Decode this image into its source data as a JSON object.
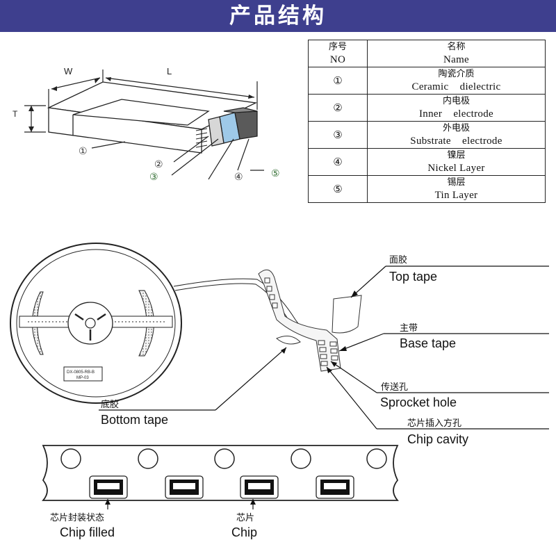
{
  "banner": {
    "title": "产品结构",
    "color": "#3e3f8e"
  },
  "chip": {
    "dim_w": "W",
    "dim_l": "L",
    "dim_t": "T",
    "callouts": [
      "①",
      "②",
      "③",
      "④",
      "⑤"
    ],
    "colors": {
      "inner_electrode": "#9ec9e8",
      "nickel_layer": "#8a8a8a",
      "tin_layer": "#555555"
    }
  },
  "table": {
    "header": {
      "no_cn": "序号",
      "no_en": "NO",
      "name_cn": "名称",
      "name_en": "Name"
    },
    "rows": [
      {
        "no": "①",
        "cn": "陶瓷介质",
        "en": "Ceramic    dielectric"
      },
      {
        "no": "②",
        "cn": "内电极",
        "en": "Inner    electrode"
      },
      {
        "no": "③",
        "cn": "外电极",
        "en": "Substrate    electrode"
      },
      {
        "no": "④",
        "cn": "镍层",
        "en": "Nickel Layer"
      },
      {
        "no": "⑤",
        "cn": "锡层",
        "en": "Tin Layer"
      }
    ]
  },
  "reel": {
    "label_line1": "DX-0805-RB-B",
    "label_line2": "MP-03"
  },
  "tape_labels": {
    "top_tape_cn": "面胶",
    "top_tape_en": "Top tape",
    "base_tape_cn": "主带",
    "base_tape_en": "Base tape",
    "sprocket_cn": "传送孔",
    "sprocket_en": "Sprocket hole",
    "cavity_cn": "芯片插入方孔",
    "cavity_en": "Chip cavity",
    "bottom_cn": "底胶",
    "bottom_en": "Bottom tape",
    "filled_cn": "芯片封装状态",
    "filled_en": "Chip filled",
    "chip_cn": "芯片",
    "chip_en": "Chip"
  }
}
